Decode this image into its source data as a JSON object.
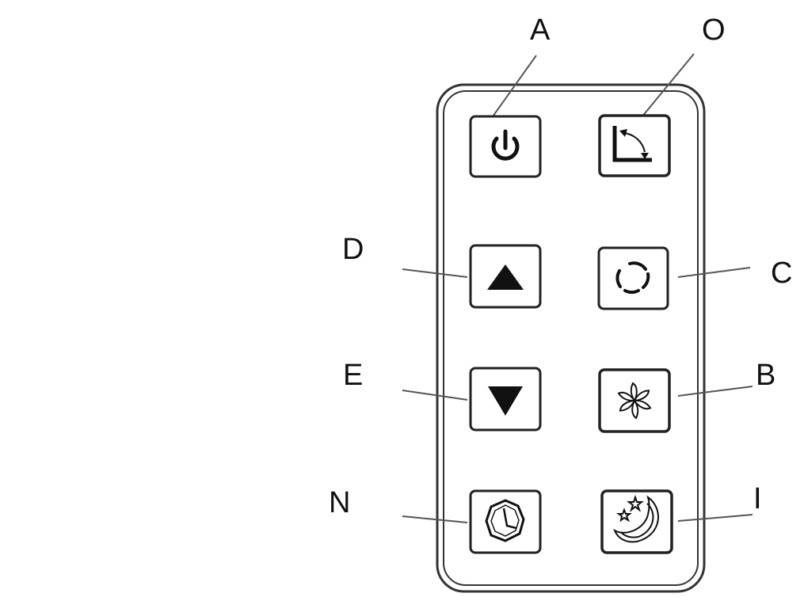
{
  "remote": {
    "buttons": [
      {
        "id": "power",
        "icon": "power-icon"
      },
      {
        "id": "swing",
        "icon": "swing-angle-icon"
      },
      {
        "id": "up",
        "icon": "triangle-up-icon"
      },
      {
        "id": "mode",
        "icon": "mode-circle-icon"
      },
      {
        "id": "down",
        "icon": "triangle-down-icon"
      },
      {
        "id": "fan",
        "icon": "fan-icon"
      },
      {
        "id": "timer",
        "icon": "clock-icon"
      },
      {
        "id": "sleep",
        "icon": "moon-stars-icon"
      }
    ]
  },
  "labels": {
    "A": "A",
    "O": "O",
    "D": "D",
    "C": "C",
    "E": "E",
    "B": "B",
    "N": "N",
    "I": "I"
  }
}
